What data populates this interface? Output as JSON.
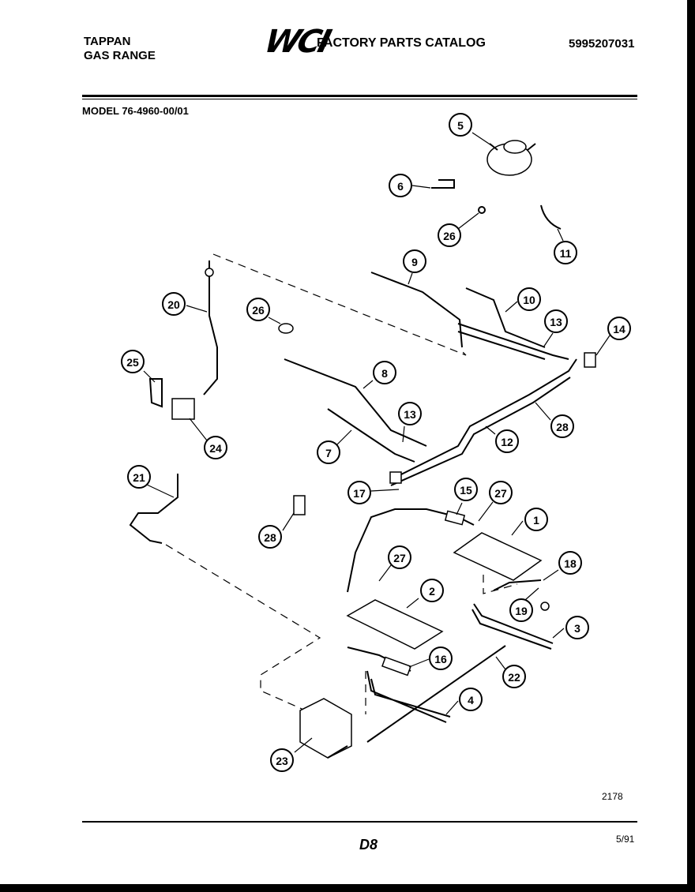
{
  "header": {
    "brand_line1": "TAPPAN",
    "brand_line2": "GAS RANGE",
    "logo_text": "WCI",
    "catalog_title": "FACTORY PARTS CATALOG",
    "part_number": "5995207031"
  },
  "model": "MODEL 76-4960-00/01",
  "footer": {
    "drawing_number": "2178",
    "page": "D8",
    "date": "5/91"
  },
  "callouts": [
    "5",
    "6",
    "26",
    "11",
    "9",
    "10",
    "13",
    "14",
    "20",
    "26",
    "25",
    "8",
    "24",
    "13",
    "7",
    "28",
    "12",
    "21",
    "17",
    "28",
    "15",
    "27",
    "1",
    "27",
    "2",
    "18",
    "19",
    "3",
    "16",
    "22",
    "4",
    "23"
  ]
}
